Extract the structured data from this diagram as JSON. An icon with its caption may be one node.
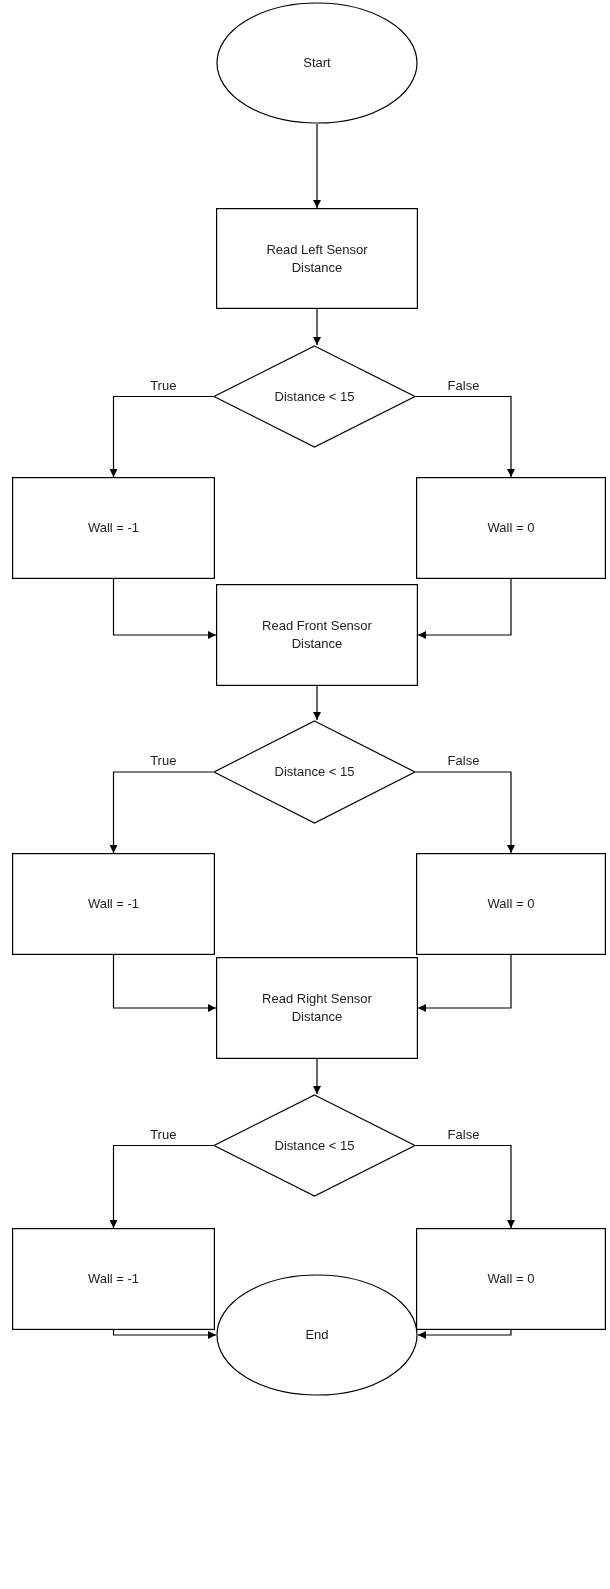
{
  "diagram": {
    "nodes": [
      {
        "text": [
          "Start"
        ]
      },
      {
        "text": [
          "Read Left Sensor Distance"
        ]
      },
      {
        "text": [
          "Distance < 15"
        ]
      },
      {
        "text": [
          "Wall = -1"
        ]
      },
      {
        "text": [
          "Wall = 0"
        ]
      },
      {
        "text": [
          "Read Front Sensor Distance"
        ]
      },
      {
        "text": [
          "Distance < 15"
        ]
      },
      {
        "text": [
          "Wall = -1"
        ]
      },
      {
        "text": [
          "Wall = 0"
        ]
      },
      {
        "text": [
          "Read Right Sensor Distance"
        ]
      },
      {
        "text": [
          "Distance < 15"
        ]
      },
      {
        "text": [
          "Wall = -1"
        ]
      },
      {
        "text": [
          "Wall = 0"
        ]
      },
      {
        "text": [
          "End"
        ]
      }
    ],
    "edges": [
      {
        "from": 0,
        "to": 1,
        "arrow": "to"
      },
      {
        "from": 1,
        "to": 2,
        "arrow": "to"
      },
      {
        "from": 2,
        "to": 3,
        "arrow": "to",
        "label": "True"
      },
      {
        "from": 2,
        "to": 4,
        "arrow": "to",
        "label": "False"
      },
      {
        "from": 3,
        "to": 5,
        "arrow": "to"
      },
      {
        "from": 4,
        "to": 5,
        "arrow": "to"
      },
      {
        "from": 5,
        "to": 6,
        "arrow": "to"
      },
      {
        "from": 6,
        "to": 7,
        "arrow": "to",
        "label": "True"
      },
      {
        "from": 6,
        "to": 8,
        "arrow": "to",
        "label": "False"
      },
      {
        "from": 7,
        "to": 9,
        "arrow": "to"
      },
      {
        "from": 8,
        "to": 9,
        "arrow": "to"
      },
      {
        "from": 9,
        "to": 10,
        "arrow": "to"
      },
      {
        "from": 10,
        "to": 11,
        "arrow": "to",
        "label": "True"
      },
      {
        "from": 10,
        "to": 12,
        "arrow": "to",
        "label": "False"
      },
      {
        "from": 11,
        "to": 13,
        "arrow": "to"
      },
      {
        "from": 12,
        "to": 13,
        "arrow": "to"
      }
    ]
  }
}
